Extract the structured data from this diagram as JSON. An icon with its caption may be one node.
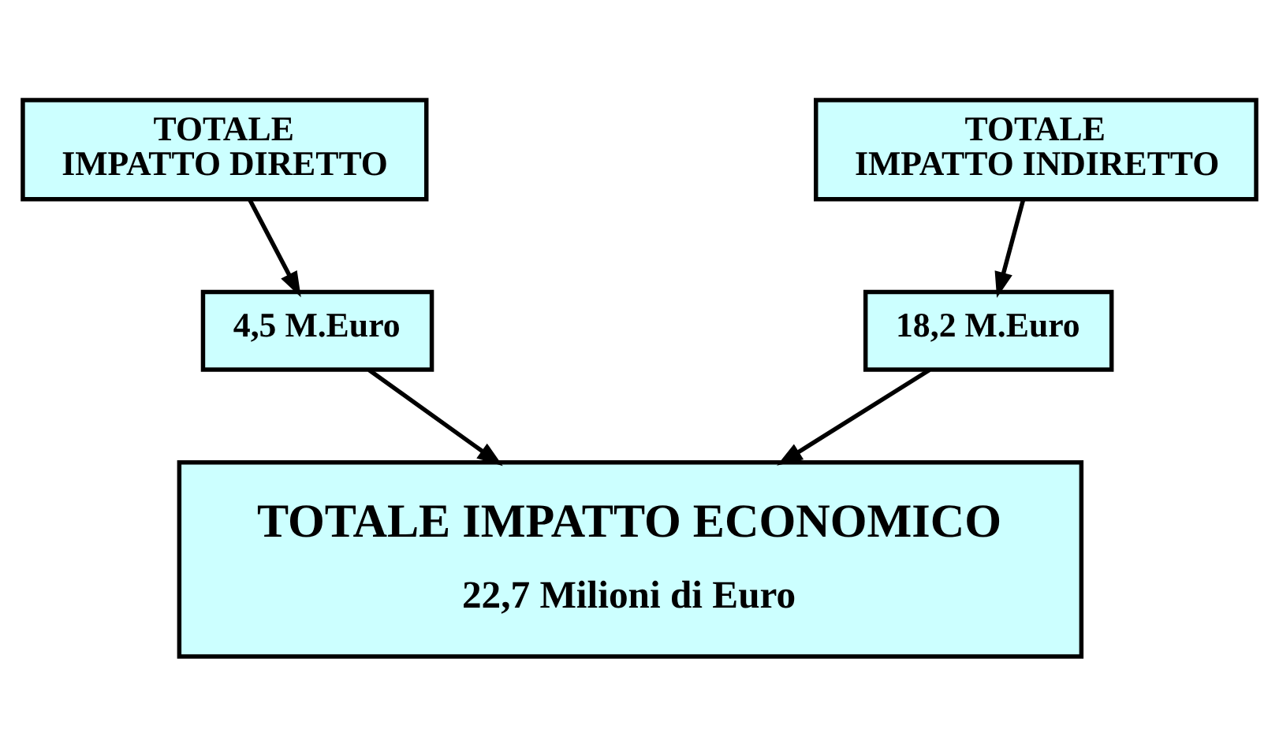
{
  "diagram": {
    "nodes": [
      {
        "text": [
          "TOTALE IMPATTO DIRETTO"
        ]
      },
      {
        "text": [
          "TOTALE IMPATTO INDIRETTO"
        ]
      },
      {
        "text": [
          "4,5 M.Euro"
        ]
      },
      {
        "text": [
          "18,2 M.Euro"
        ]
      },
      {
        "text": [
          "TOTALE IMPATTO ECONOMICO",
          "22,7 Milioni di Euro"
        ]
      }
    ],
    "edges": [
      {
        "from": 0,
        "to": 2,
        "arrow": "to"
      },
      {
        "from": 1,
        "to": 3,
        "arrow": "to"
      },
      {
        "from": 2,
        "to": 4,
        "arrow": "to"
      },
      {
        "from": 3,
        "to": 4,
        "arrow": "to"
      }
    ]
  }
}
